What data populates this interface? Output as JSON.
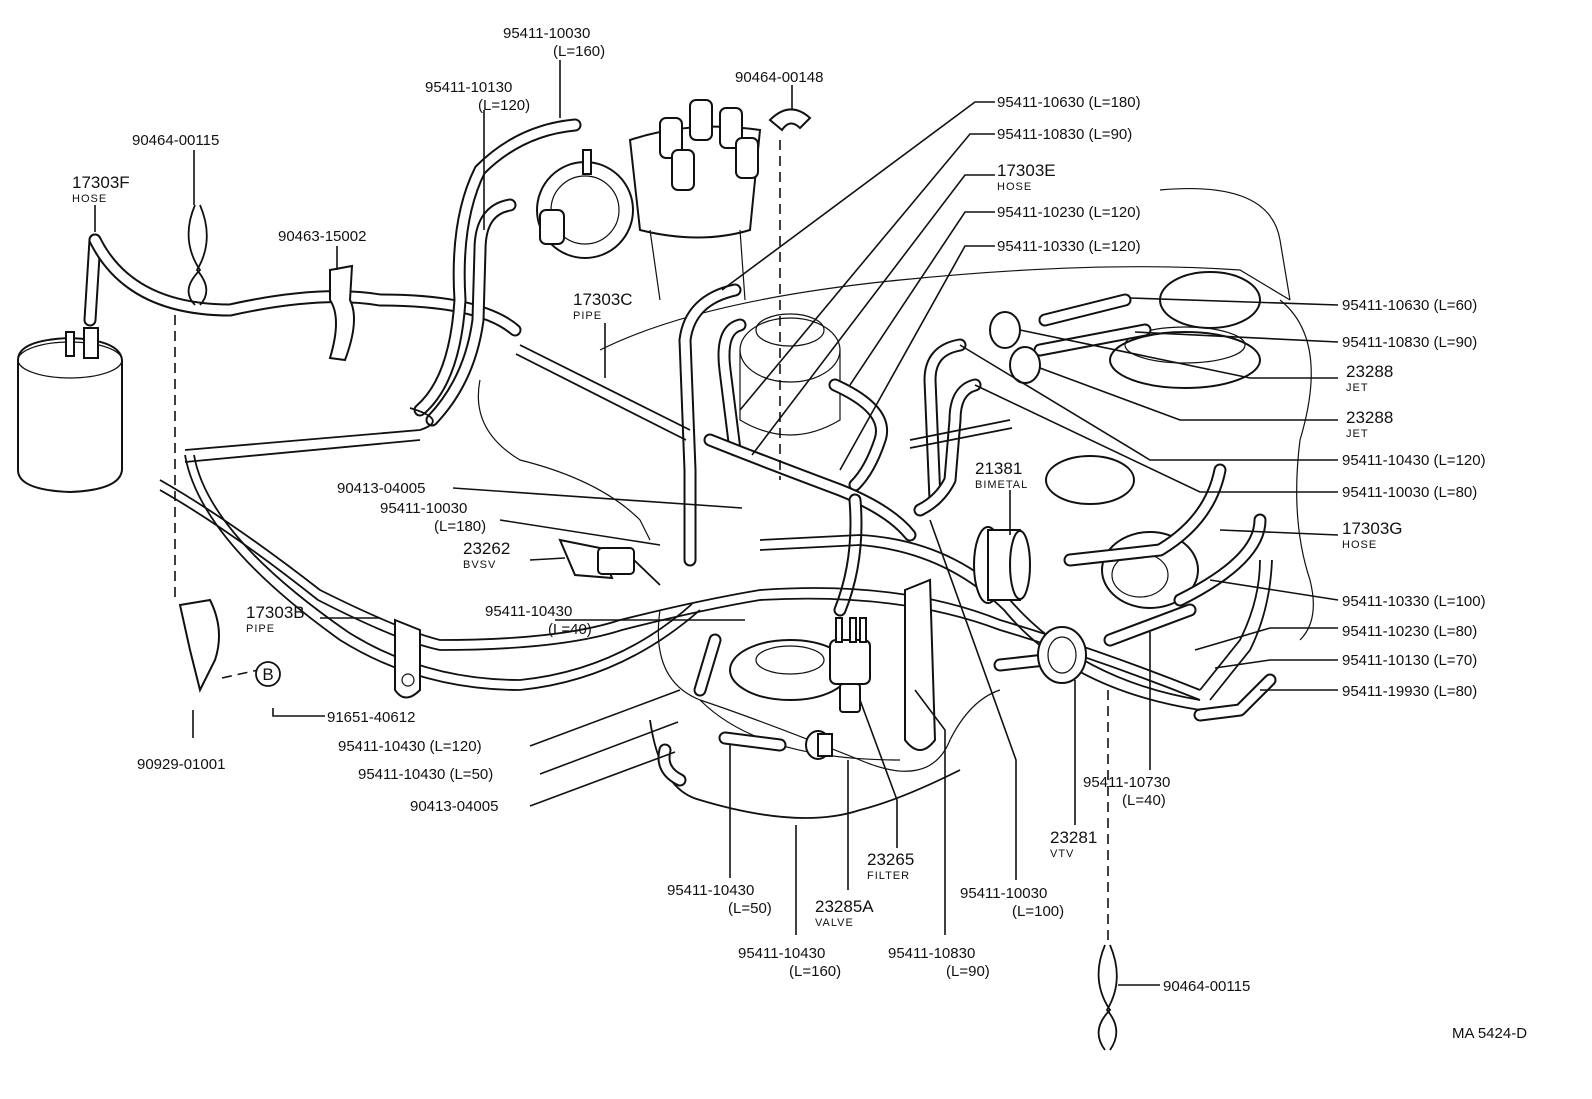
{
  "diagram": {
    "ref_code": "MA 5424-D",
    "callout_letter": "B",
    "labels": [
      {
        "id": "l01",
        "text": "95411-10030",
        "sub": "(L=160)"
      },
      {
        "id": "l02",
        "text": "95411-10130",
        "sub": "(L=120)"
      },
      {
        "id": "l03",
        "text": "90464-00148"
      },
      {
        "id": "l04",
        "text": "90464-00115"
      },
      {
        "id": "l05",
        "text": "17303F",
        "sub": "HOSE"
      },
      {
        "id": "l06",
        "text": "90463-15002"
      },
      {
        "id": "l07",
        "text": "17303C",
        "sub": "PIPE"
      },
      {
        "id": "l08",
        "text": "95411-10630 (L=180)"
      },
      {
        "id": "l09",
        "text": "95411-10830 (L=90)"
      },
      {
        "id": "l10",
        "text": "17303E",
        "sub": "HOSE"
      },
      {
        "id": "l11",
        "text": "95411-10230 (L=120)"
      },
      {
        "id": "l12",
        "text": "95411-10330 (L=120)"
      },
      {
        "id": "l13",
        "text": "95411-10630 (L=60)"
      },
      {
        "id": "l14",
        "text": "95411-10830 (L=90)"
      },
      {
        "id": "l15",
        "text": "23288",
        "sub": "JET"
      },
      {
        "id": "l16",
        "text": "23288",
        "sub": "JET"
      },
      {
        "id": "l17",
        "text": "95411-10430 (L=120)"
      },
      {
        "id": "l18",
        "text": "95411-10030 (L=80)"
      },
      {
        "id": "l19",
        "text": "21381",
        "sub": "BIMETAL"
      },
      {
        "id": "l20",
        "text": "90413-04005"
      },
      {
        "id": "l21",
        "text": "95411-10030",
        "sub": "(L=180)"
      },
      {
        "id": "l22",
        "text": "23262",
        "sub": "BVSV"
      },
      {
        "id": "l23",
        "text": "17303G",
        "sub": "HOSE"
      },
      {
        "id": "l24",
        "text": "95411-10330 (L=100)"
      },
      {
        "id": "l25",
        "text": "95411-10230 (L=80)"
      },
      {
        "id": "l26",
        "text": "95411-10130 (L=70)"
      },
      {
        "id": "l27",
        "text": "95411-19930 (L=80)"
      },
      {
        "id": "l28",
        "text": "17303B",
        "sub": "PIPE"
      },
      {
        "id": "l29",
        "text": "95411-10430",
        "sub": "(L=40)"
      },
      {
        "id": "l30",
        "text": "91651-40612"
      },
      {
        "id": "l31",
        "text": "90929-01001"
      },
      {
        "id": "l32",
        "text": "95411-10430 (L=120)"
      },
      {
        "id": "l33",
        "text": "95411-10430 (L=50)"
      },
      {
        "id": "l34",
        "text": "90413-04005"
      },
      {
        "id": "l35",
        "text": "95411-10730",
        "sub": "(L=40)"
      },
      {
        "id": "l36",
        "text": "23281",
        "sub": "VTV"
      },
      {
        "id": "l37",
        "text": "23265",
        "sub": "FILTER"
      },
      {
        "id": "l38",
        "text": "95411-10430",
        "sub": "(L=50)"
      },
      {
        "id": "l39",
        "text": "23285A",
        "sub": "VALVE"
      },
      {
        "id": "l40",
        "text": "95411-10030",
        "sub": "(L=100)"
      },
      {
        "id": "l41",
        "text": "95411-10430",
        "sub": "(L=160)"
      },
      {
        "id": "l42",
        "text": "95411-10830",
        "sub": "(L=90)"
      },
      {
        "id": "l43",
        "text": "90464-00115"
      }
    ]
  }
}
